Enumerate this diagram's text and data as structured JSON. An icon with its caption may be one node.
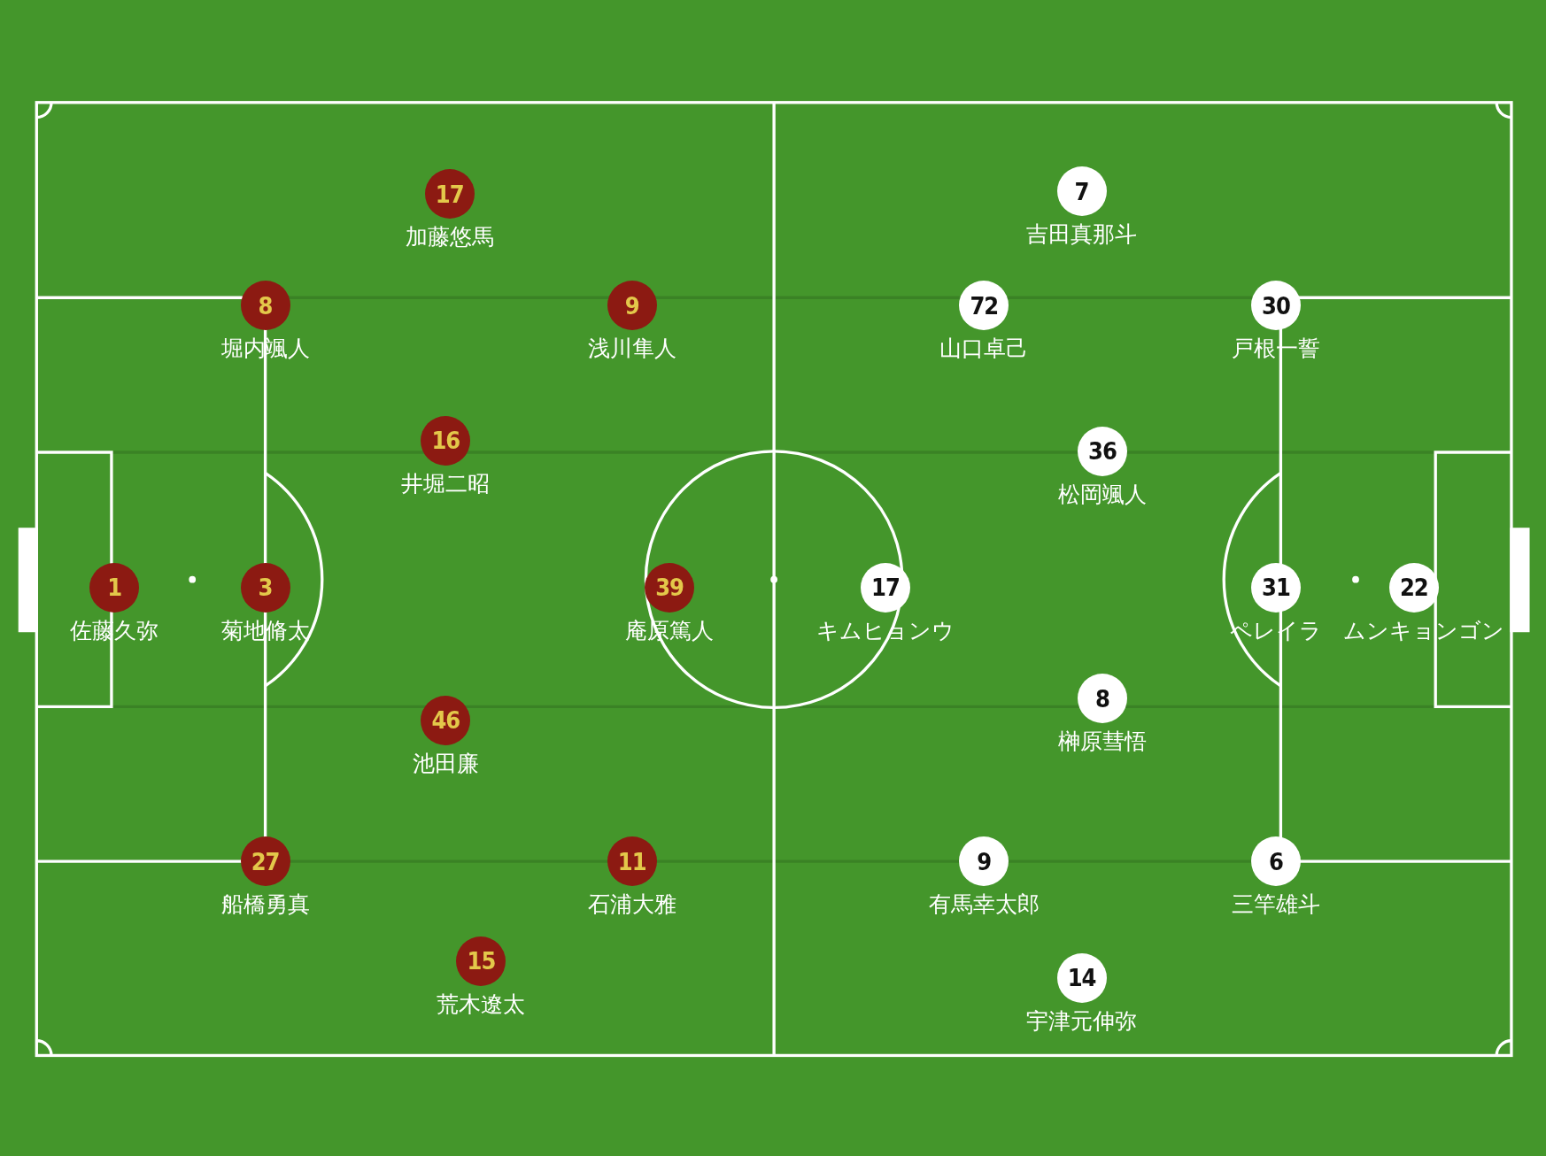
{
  "diagram": {
    "nodes": [
      {
        "text": [
          "17"
        ],
        "beside": [
          "加藤悠馬"
        ]
      },
      {
        "text": [
          "8"
        ],
        "beside": [
          "堀内颯人"
        ]
      },
      {
        "text": [
          "9"
        ],
        "beside": [
          "浅川隼人"
        ]
      },
      {
        "text": [
          "16"
        ],
        "beside": [
          "井堀二昭"
        ]
      },
      {
        "text": [
          "1"
        ],
        "beside": [
          "佐藤久弥"
        ]
      },
      {
        "text": [
          "3"
        ],
        "beside": [
          "菊地脩太"
        ]
      },
      {
        "text": [
          "39"
        ],
        "beside": [
          "庵原篤人"
        ]
      },
      {
        "text": [
          "46"
        ],
        "beside": [
          "池田廉"
        ]
      },
      {
        "text": [
          "27"
        ],
        "beside": [
          "船橋勇真"
        ]
      },
      {
        "text": [
          "11"
        ],
        "beside": [
          "石浦大雅"
        ]
      },
      {
        "text": [
          "15"
        ],
        "beside": [
          "荒木遼太"
        ]
      },
      {
        "text": [
          "7"
        ],
        "beside": [
          "吉田真那斗"
        ]
      },
      {
        "text": [
          "72"
        ],
        "beside": [
          "山口卓己"
        ]
      },
      {
        "text": [
          "30"
        ],
        "beside": [
          "戸根一誓"
        ]
      },
      {
        "text": [
          "36"
        ],
        "beside": [
          "松岡颯人"
        ]
      },
      {
        "text": [
          "17"
        ],
        "beside": [
          "キムヒョンウ"
        ]
      },
      {
        "text": [
          "31"
        ],
        "beside": [
          "ペレイラ"
        ]
      },
      {
        "text": [
          "22"
        ],
        "beside": [
          "ムンキョンゴン"
        ]
      },
      {
        "text": [
          "8"
        ],
        "beside": [
          "榊原彗悟"
        ]
      },
      {
        "text": [
          "9"
        ],
        "beside": [
          "有馬幸太郎"
        ]
      },
      {
        "text": [
          "6"
        ],
        "beside": [
          "三竿雄斗"
        ]
      },
      {
        "text": [
          "14"
        ],
        "beside": [
          "宇津元伸弥"
        ]
      }
    ]
  }
}
